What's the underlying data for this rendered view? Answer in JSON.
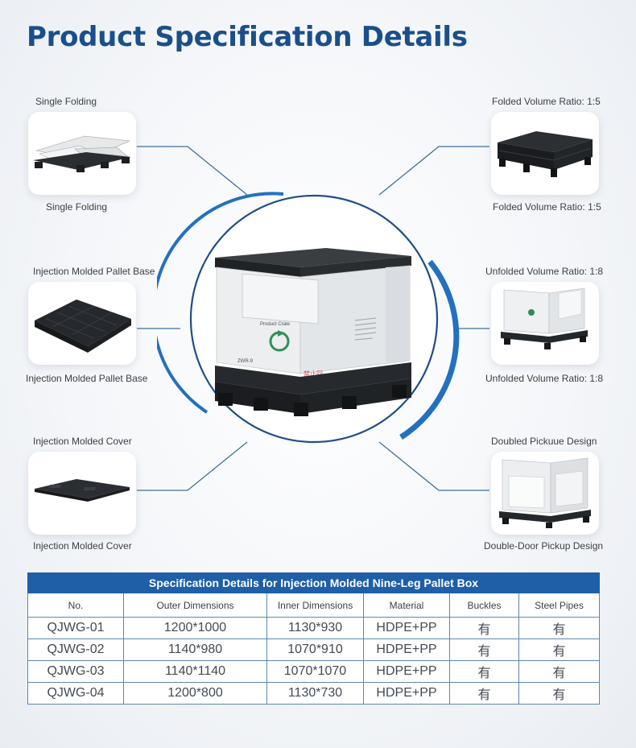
{
  "title": "Product Specification Details",
  "features": {
    "left": [
      {
        "top": "Single Folding",
        "bottom": "Single Folding",
        "icon": "folded-crate-image"
      },
      {
        "top": "Injection Molded Pallet Base",
        "bottom": "Injection Molded Pallet Base",
        "icon": "pallet-base-image"
      },
      {
        "top": "Injection Molded Cover",
        "bottom": "Injection Molded Cover",
        "icon": "cover-lid-image"
      }
    ],
    "right": [
      {
        "top": "Folded Volume Ratio: 1:5",
        "bottom": "Folded Volume Ratio: 1:5",
        "icon": "folded-stack-image"
      },
      {
        "top": "Unfolded Volume Ratio: 1:8",
        "bottom": "Unfolded Volume Ratio: 1:8",
        "icon": "open-crate-image"
      },
      {
        "top": "Doubled Pickuue Design",
        "bottom": "Double-Door Pickup Design",
        "icon": "door-crate-image"
      }
    ]
  },
  "product": {
    "box_label": "Product Crate",
    "box_code": "ZWR-9",
    "box_mark": "禁止回",
    "colors": {
      "accent": "#1f5fa8",
      "box_body": "#eceef0",
      "box_dark": "#23262a"
    }
  },
  "table": {
    "caption": "Specification Details for Injection Molded Nine-Leg Pallet Box",
    "headers": [
      "No.",
      "Outer Dimensions",
      "Inner Dimensions",
      "Material",
      "Buckles",
      "Steel Pipes"
    ],
    "rows": [
      [
        "QJWG-01",
        "1200*1000",
        "1130*930",
        "HDPE+PP",
        "有",
        "有"
      ],
      [
        "QJWG-02",
        "1140*980",
        "1070*910",
        "HDPE+PP",
        "有",
        "有"
      ],
      [
        "QJWG-03",
        "1140*1140",
        "1070*1070",
        "HDPE+PP",
        "有",
        "有"
      ],
      [
        "QJWG-04",
        "1200*800",
        "1130*730",
        "HDPE+PP",
        "有",
        "有"
      ]
    ]
  }
}
